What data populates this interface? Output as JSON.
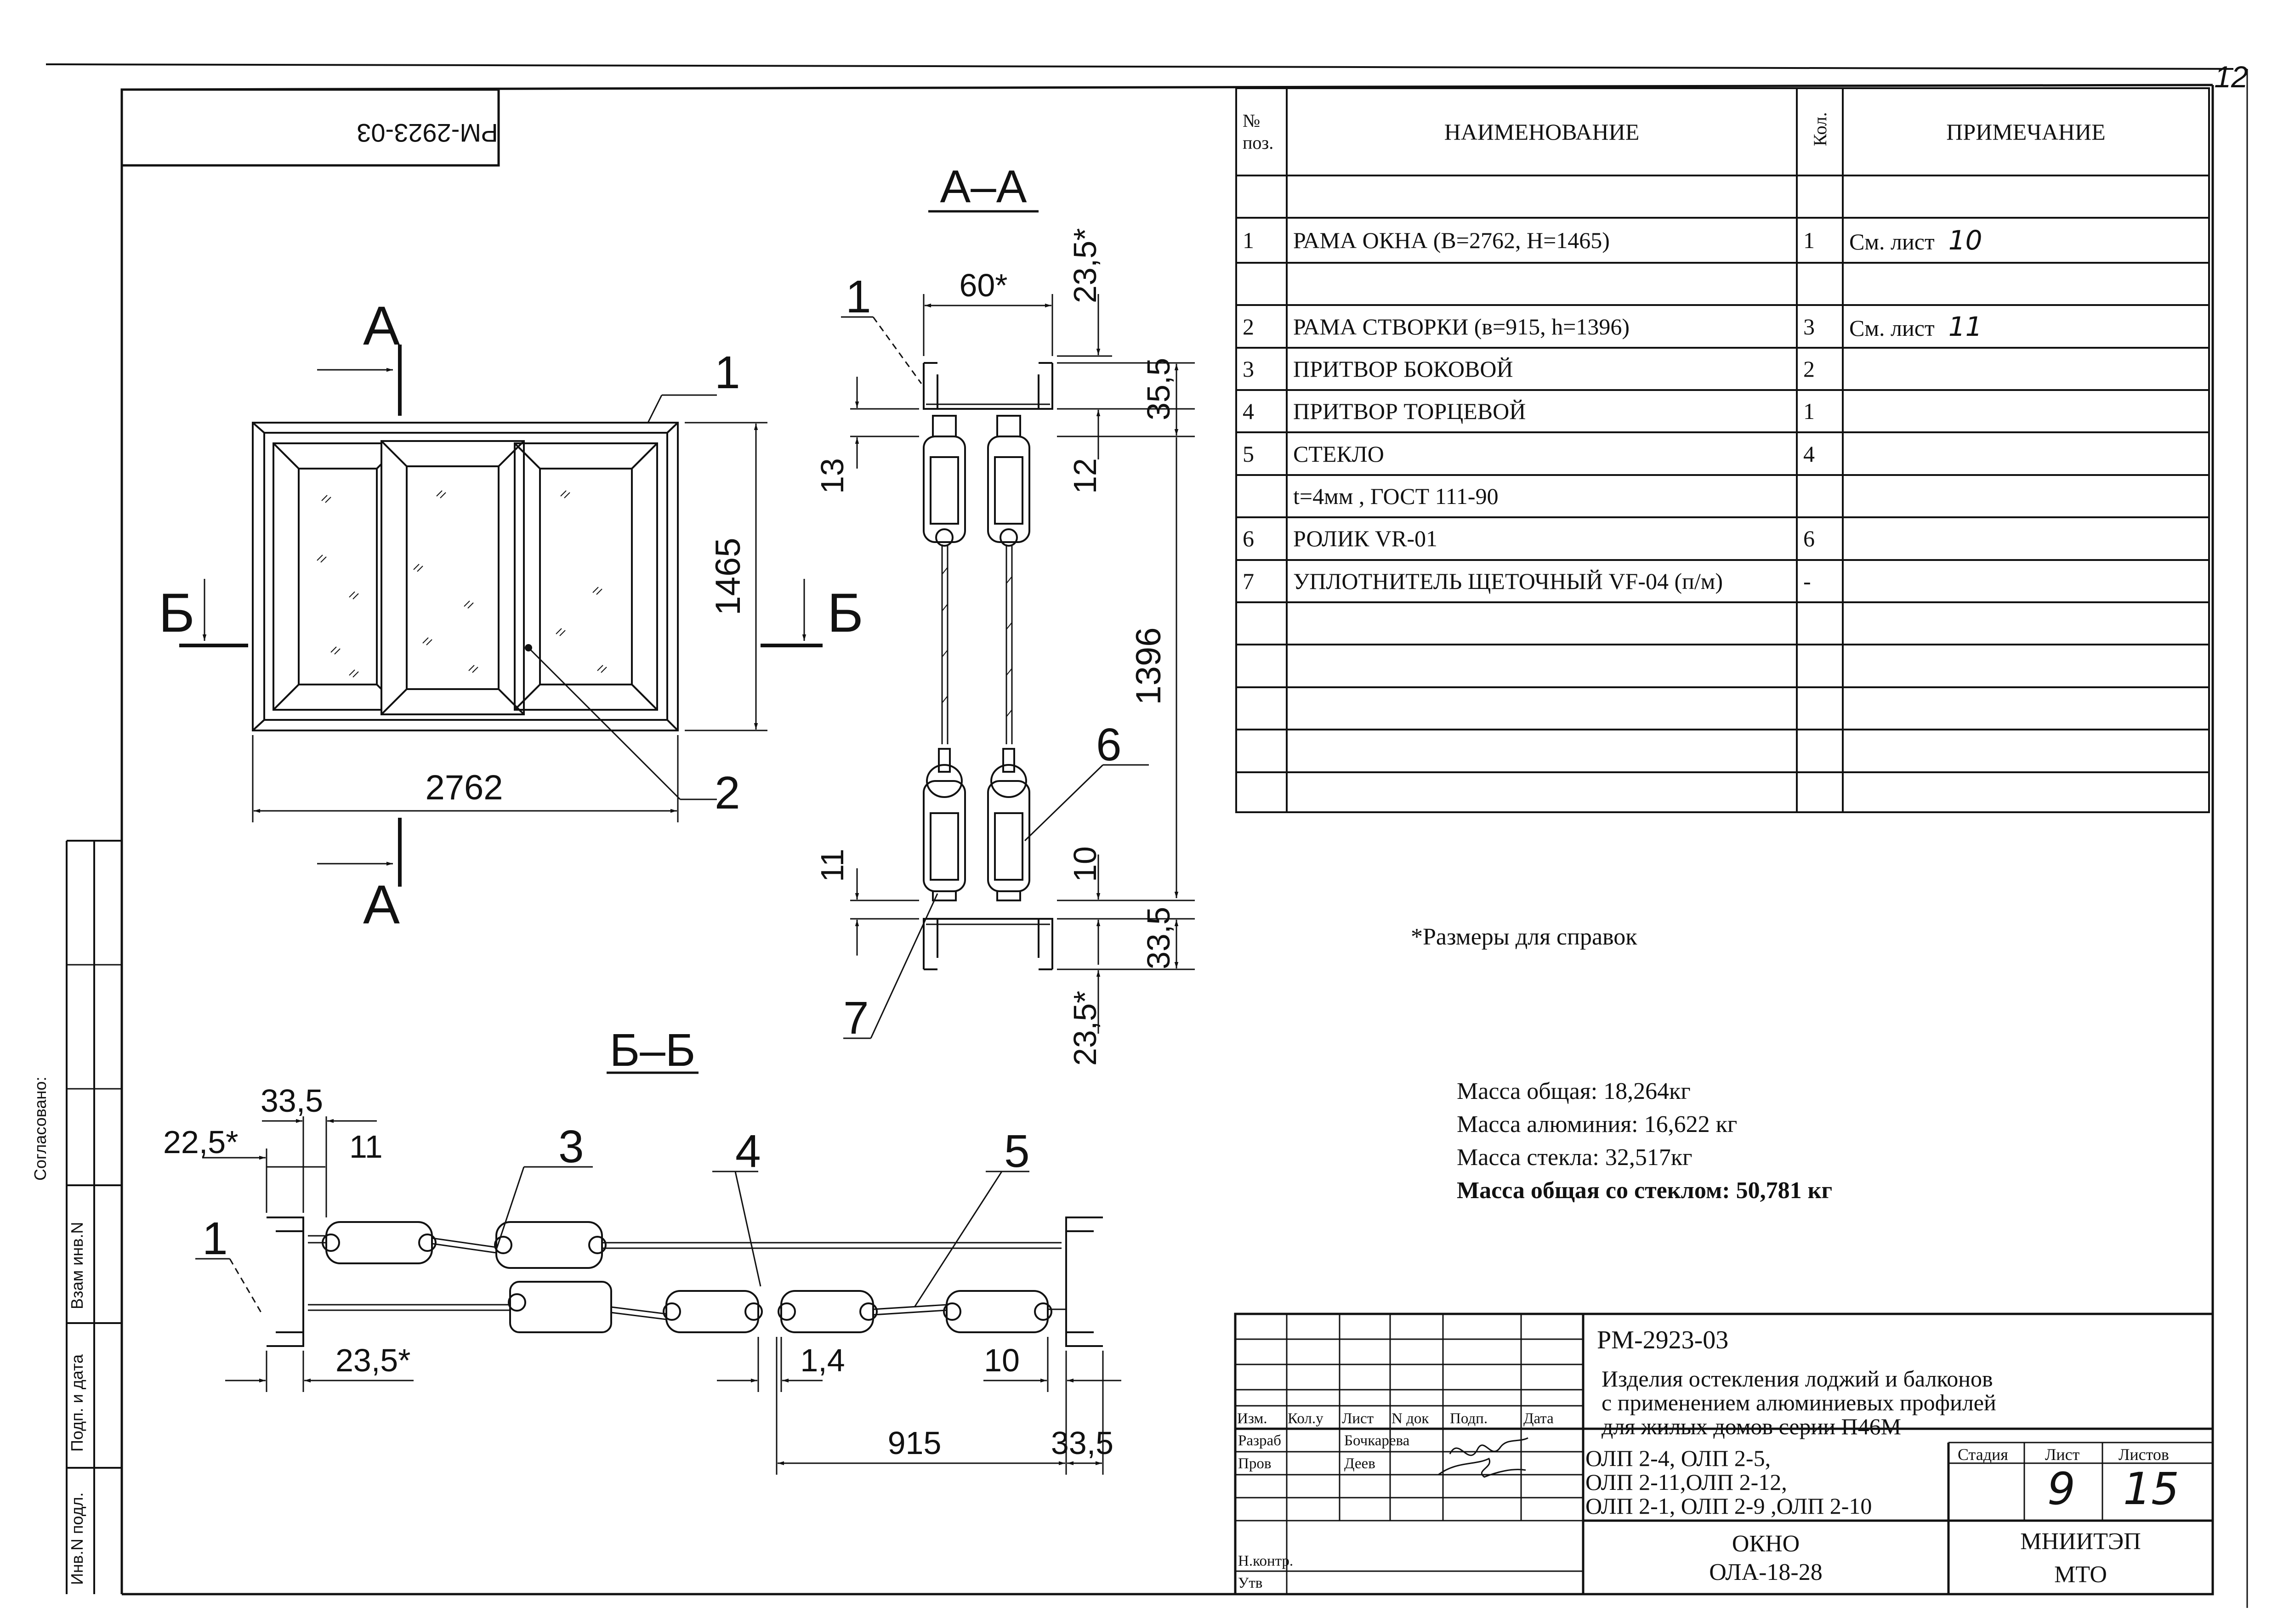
{
  "doc_code_rotated": "РМ-2923-03",
  "page_corner_number": "12",
  "section_aa_title": "А–А",
  "section_bb_title": "Б–Б",
  "elevation": {
    "cut_a_top": "А",
    "cut_a_bottom": "А",
    "cut_b_left": "Б",
    "cut_b_right": "Б",
    "width_dim": "2762",
    "height_dim": "1465",
    "callout_1": "1",
    "callout_2": "2"
  },
  "section_aa": {
    "dim_60": "60*",
    "dim_23_5_top": "23,5*",
    "dim_35_5": "35,5",
    "dim_13": "13",
    "dim_12": "12",
    "dim_1396": "1396",
    "dim_11": "11",
    "dim_10": "10",
    "dim_33_5": "33,5",
    "dim_23_5_bottom": "23,5*",
    "callout_1": "1",
    "callout_6": "6",
    "callout_7": "7"
  },
  "section_bb": {
    "dim_33_5_top": "33,5",
    "dim_22_5": "22,5*",
    "dim_11": "11",
    "dim_23_5": "23,5*",
    "dim_1_4": "1,4",
    "dim_10": "10",
    "dim_915": "915",
    "dim_33_5_bottom": "33,5",
    "callout_1": "1",
    "callout_3": "3",
    "callout_4": "4",
    "callout_5": "5"
  },
  "parts_table": {
    "headers": {
      "no": "№ поз.",
      "name": "НАИМЕНОВАНИЕ",
      "qty": "Кол.",
      "note": "ПРИМЕЧАНИЕ"
    },
    "rows": [
      {
        "no": "",
        "name": "",
        "qty": "",
        "note": "",
        "hand": ""
      },
      {
        "no": "1",
        "name": "РАМА ОКНА  (В=2762,  Н=1465)",
        "qty": "1",
        "note": "См. лист",
        "hand": "10"
      },
      {
        "no": "",
        "name": "",
        "qty": "",
        "note": "",
        "hand": ""
      },
      {
        "no": "2",
        "name": "РАМА СТВОРКИ  (в=915, h=1396)",
        "qty": "3",
        "note": "См. лист",
        "hand": "11"
      },
      {
        "no": "3",
        "name": " ПРИТВОР БОКОВОЙ",
        "qty": "2",
        "note": "",
        "hand": ""
      },
      {
        "no": "4",
        "name": " ПРИТВОР ТОРЦЕВОЙ",
        "qty": "1",
        "note": "",
        "hand": ""
      },
      {
        "no": "5",
        "name": " СТЕКЛО",
        "qty": "4",
        "note": "",
        "hand": ""
      },
      {
        "no": "",
        "name": "     t=4мм , ГОСТ 111-90",
        "qty": "",
        "note": "",
        "hand": ""
      },
      {
        "no": "6",
        "name": " РОЛИК VR-01",
        "qty": "6",
        "note": "",
        "hand": ""
      },
      {
        "no": "7",
        "name": "  УПЛОТНИТЕЛЬ ЩЕТОЧНЫЙ  VF-04 (п/м)",
        "qty": "-",
        "note": "",
        "hand": ""
      },
      {
        "no": "",
        "name": "",
        "qty": "",
        "note": "",
        "hand": ""
      },
      {
        "no": "",
        "name": "",
        "qty": "",
        "note": "",
        "hand": ""
      },
      {
        "no": "",
        "name": "",
        "qty": "",
        "note": "",
        "hand": ""
      },
      {
        "no": "",
        "name": "",
        "qty": "",
        "note": "",
        "hand": ""
      },
      {
        "no": "",
        "name": "",
        "qty": "",
        "note": "",
        "hand": ""
      }
    ]
  },
  "reference_note": "*Размеры для справок",
  "mass": {
    "total": "Масса общая: 18,264кг",
    "aluminium": "Масса алюминия: 16,622 кг",
    "glass": "Масса стекла: 32,517кг",
    "total_with_glass": "Масса общая со стеклом: 50,781 кг"
  },
  "side_stamp": {
    "agreed": "Согласовано:",
    "vzam_inv": "Взам инв.N",
    "podp_data": "Подп. и дата",
    "inv_podl": "Инв.N подл."
  },
  "title_block": {
    "doc_code": "РМ-2923-03",
    "title_line1": "Изделия остекления лоджий и балконов",
    "title_line2": "с применением алюминиевых профилей",
    "title_line3": "для жилых домов серии П46М",
    "col_izm": "Изм.",
    "col_kolu": "Кол.у",
    "col_list": "Лист",
    "col_ndok": "N док",
    "col_podp": "Подп.",
    "col_data": "Дата",
    "razrab_label": "Разраб",
    "razrab_name": "Бочкарева",
    "prov_label": "Пров",
    "prov_name": "Деев",
    "nkontr_label": "Н.контр.",
    "utv_label": "Утв",
    "products_line1": "ОЛП 2-4, ОЛП 2-5,",
    "products_line2": "ОЛП 2-11,ОЛП 2-12,",
    "products_line3": "ОЛП 2-1, ОЛП 2-9  ,ОЛП 2-10",
    "stage_label": "Стадия",
    "sheet_label": "Лист",
    "sheets_label": "Листов",
    "sheet_value": "9",
    "sheets_value": "15",
    "object_line1": "ОКНО",
    "object_line2": "ОЛА-18-28",
    "org_line1": "МНИИТЭП",
    "org_line2": "МТО"
  },
  "colors": {
    "ink": "#111111",
    "paper": "#ffffff"
  }
}
